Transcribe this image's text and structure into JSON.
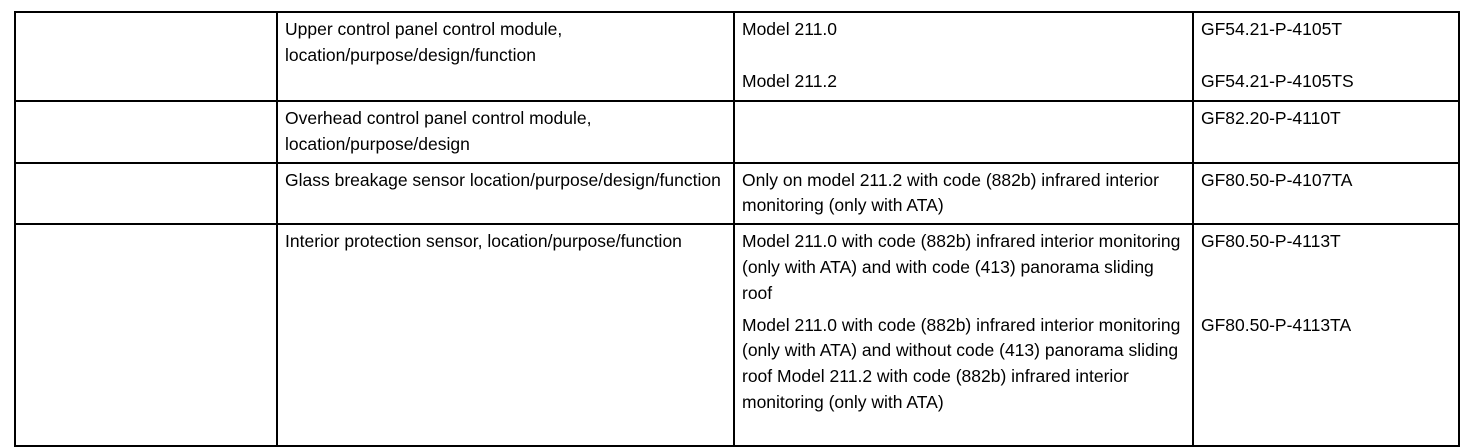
{
  "document": {
    "type": "service-documentation-table",
    "border_color": "#000000",
    "background_color": "#ffffff",
    "text_color": "#000000"
  },
  "table": {
    "columns": 4,
    "rows": [
      {
        "id": "row-upper-control-panel",
        "col1": "",
        "col2": "Upper control panel control module, location/purpose/design/function",
        "col3_paragraphs": [
          "Model 211.0",
          "Model 211.2"
        ],
        "col4_paragraphs": [
          "GF54.21-P-4105T",
          "GF54.21-P-4105TS"
        ]
      },
      {
        "id": "row-overhead-control-panel",
        "col1": "",
        "col2": "Overhead control panel control module, location/purpose/design",
        "col3_paragraphs": [],
        "col4_paragraphs": [
          "GF82.20-P-4110T"
        ]
      },
      {
        "id": "row-glass-breakage-sensor",
        "col1": "",
        "col2": "Glass breakage sensor location/purpose/design/function",
        "col3_paragraphs": [
          "Only on model 211.2 with code (882b) infrared interior monitoring (only with ATA)"
        ],
        "col4_paragraphs": [
          "GF80.50-P-4107TA"
        ]
      },
      {
        "id": "row-interior-protection-sensor",
        "col1": "",
        "col2": "Interior protection sensor, location/purpose/function",
        "col3_paragraphs": [
          "Model 211.0 with code (882b) infrared interior monitoring (only with ATA) and with code (413) panorama sliding roof",
          "Model 211.0 with code (882b) infrared interior monitoring (only with ATA) and without code (413) panorama sliding roof",
          "Model 211.2 with code (882b) infrared interior monitoring (only with ATA)"
        ],
        "col4_paragraphs": [
          "GF80.50-P-4113T",
          "GF80.50-P-4113TA"
        ]
      }
    ]
  }
}
